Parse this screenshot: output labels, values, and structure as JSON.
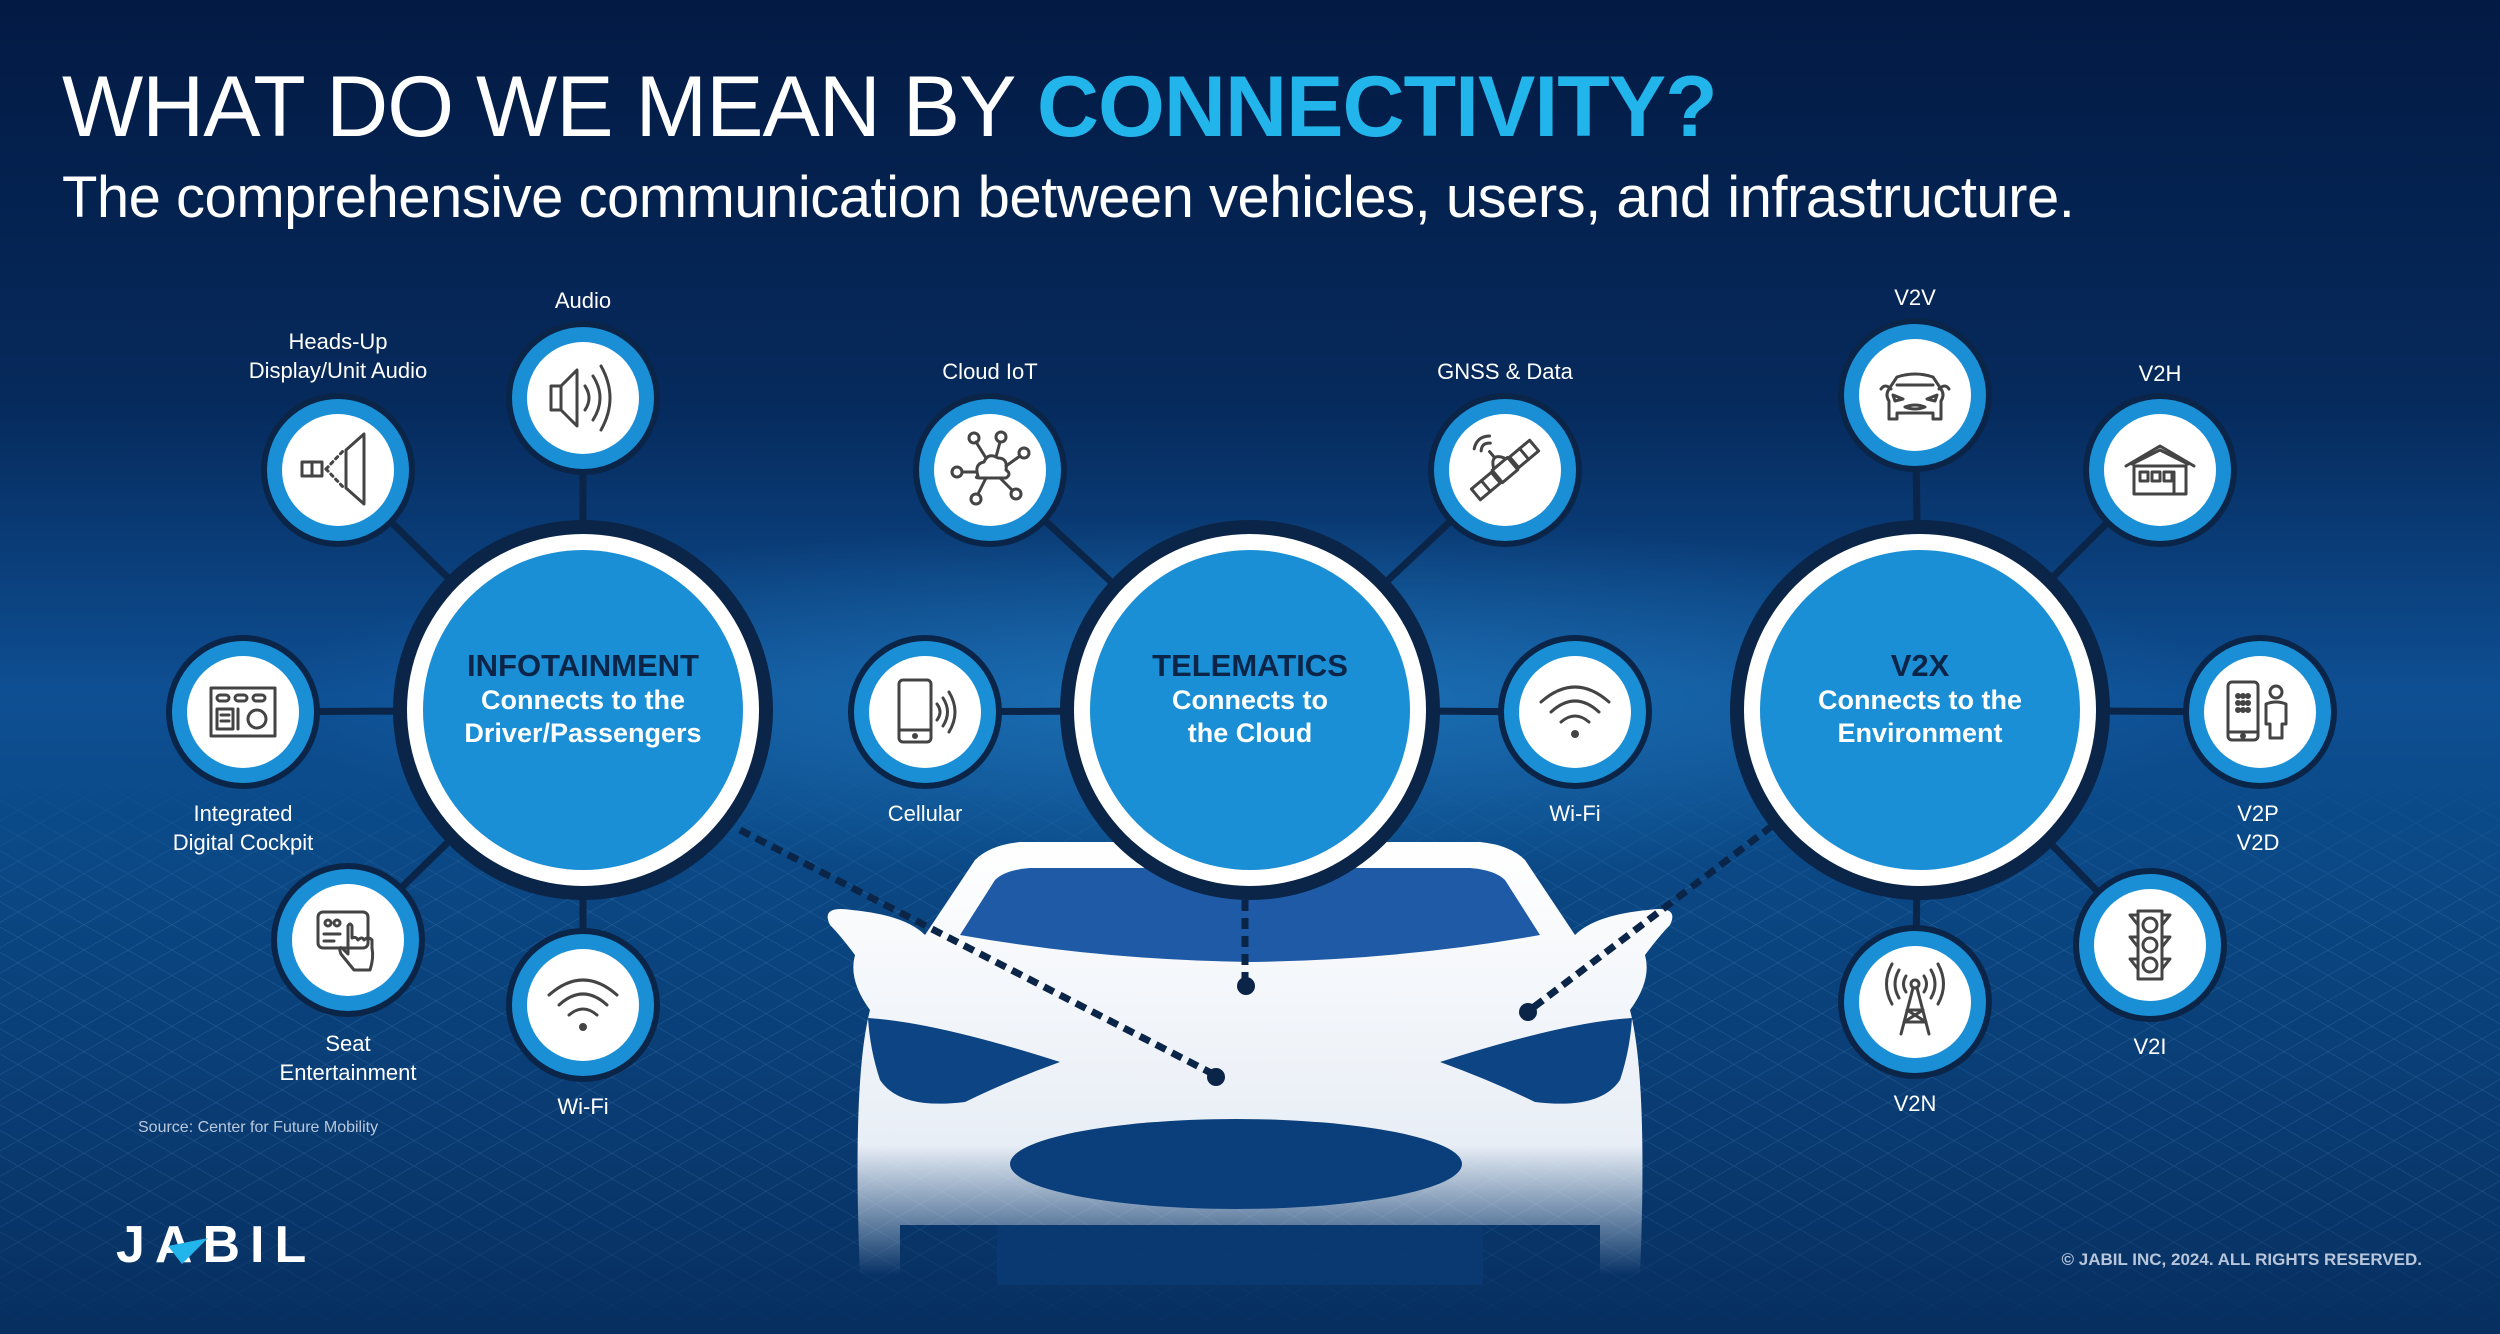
{
  "header": {
    "title_prefix": "WHAT DO WE MEAN BY ",
    "title_accent": "CONNECTIVITY?",
    "subtitle": "The comprehensive communication between vehicles, users, and infrastructure."
  },
  "colors": {
    "accent": "#22b5ec",
    "hub_fill": "#1a8fd6",
    "ring_dark": "#0a2548",
    "node_ring": "#1a8fd6",
    "background_top": "#031a44"
  },
  "hubs": [
    {
      "id": "infotainment",
      "heading": "INFOTAINMENT",
      "line1": "Connects to the",
      "line2": "Driver/Passengers"
    },
    {
      "id": "telematics",
      "heading": "TELEMATICS",
      "line1": "Connects to",
      "line2": "the Cloud"
    },
    {
      "id": "v2x",
      "heading": "V2X",
      "line1": "Connects to the",
      "line2": "Environment"
    }
  ],
  "nodes": {
    "infotainment": [
      {
        "label1": "Heads-Up",
        "label2": "Display/Unit Audio",
        "icon": "hud-projector-icon"
      },
      {
        "label1": "Audio",
        "label2": "",
        "icon": "speaker-icon"
      },
      {
        "label1": "Integrated",
        "label2": "Digital Cockpit",
        "icon": "dashboard-panel-icon"
      },
      {
        "label1": "Seat",
        "label2": "Entertainment",
        "icon": "touch-screen-icon"
      },
      {
        "label1": "Wi-Fi",
        "label2": "",
        "icon": "wifi-icon"
      }
    ],
    "telematics": [
      {
        "label1": "Cloud IoT",
        "label2": "",
        "icon": "cloud-network-icon"
      },
      {
        "label1": "GNSS & Data",
        "label2": "",
        "icon": "satellite-icon"
      },
      {
        "label1": "Cellular",
        "label2": "",
        "icon": "smartphone-signal-icon"
      },
      {
        "label1": "Wi-Fi",
        "label2": "",
        "icon": "wifi-icon"
      }
    ],
    "v2x": [
      {
        "label1": "V2V",
        "label2": "",
        "icon": "car-icon"
      },
      {
        "label1": "V2H",
        "label2": "",
        "icon": "house-icon"
      },
      {
        "label1": "V2P",
        "label2": "V2D",
        "icon": "phone-person-icon"
      },
      {
        "label1": "V2I",
        "label2": "",
        "icon": "traffic-light-icon"
      },
      {
        "label1": "V2N",
        "label2": "",
        "icon": "cell-tower-icon"
      }
    ]
  },
  "footer": {
    "source": "Source: Center for Future Mobility",
    "logo_text": "JABIL",
    "copyright": "© JABIL INC, 2024. ALL RIGHTS RESERVED."
  }
}
